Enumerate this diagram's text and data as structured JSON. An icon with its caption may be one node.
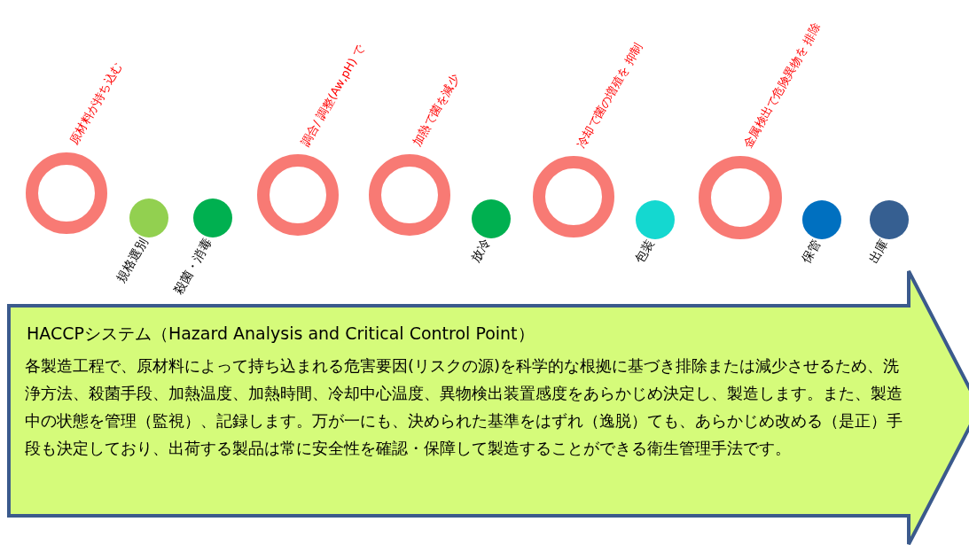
{
  "diagram": {
    "nodes": [
      {
        "text": [],
        "shape": "circle",
        "beside": [
          "原材料が持ち込む"
        ]
      },
      {
        "text": [],
        "shape": "circle",
        "beside": [
          "規格選別"
        ]
      },
      {
        "text": [],
        "shape": "circle",
        "beside": [
          "殺菌・消毒"
        ]
      },
      {
        "text": [],
        "shape": "circle",
        "beside": [
          "調合/ 調整(Aw,pH) で"
        ]
      },
      {
        "text": [],
        "shape": "circle",
        "beside": [
          "加熱で菌を減少"
        ]
      },
      {
        "text": [],
        "shape": "circle",
        "beside": [
          "放冷"
        ]
      },
      {
        "text": [],
        "shape": "circle",
        "beside": [
          "冷却で菌の増殖を 抑制"
        ]
      },
      {
        "text": [],
        "shape": "circle",
        "beside": [
          "包装"
        ]
      },
      {
        "text": [],
        "shape": "circle",
        "beside": [
          "金属検出で危険異物を 排除"
        ]
      },
      {
        "text": [],
        "shape": "circle",
        "beside": [
          "保管"
        ]
      },
      {
        "text": [],
        "shape": "circle",
        "beside": [
          "出庫"
        ]
      },
      {
        "text": [
          "HACCPシステム（Hazard Analysis and Critical Control Point）",
          "各製造工程で、原材料によって持ち込まれる危害要因(リスクの源)を科学的な根拠に基づき排除または減少させるため、洗浄方法、殺菌手段、加熱温度、加熱時間、冷却中心温度、異物検出装置感度をあらかじめ決定し、製造します。また、製造中の状態を管理（監視）、記録します。万が一にも、決められた基準をはずれ（逸脱）ても、あらかじめ改める（是正）手段も決定しており、出荷する製品は常に安全性を確認・保障して製造することができる衛生管理手法です。"
        ]
      }
    ]
  }
}
